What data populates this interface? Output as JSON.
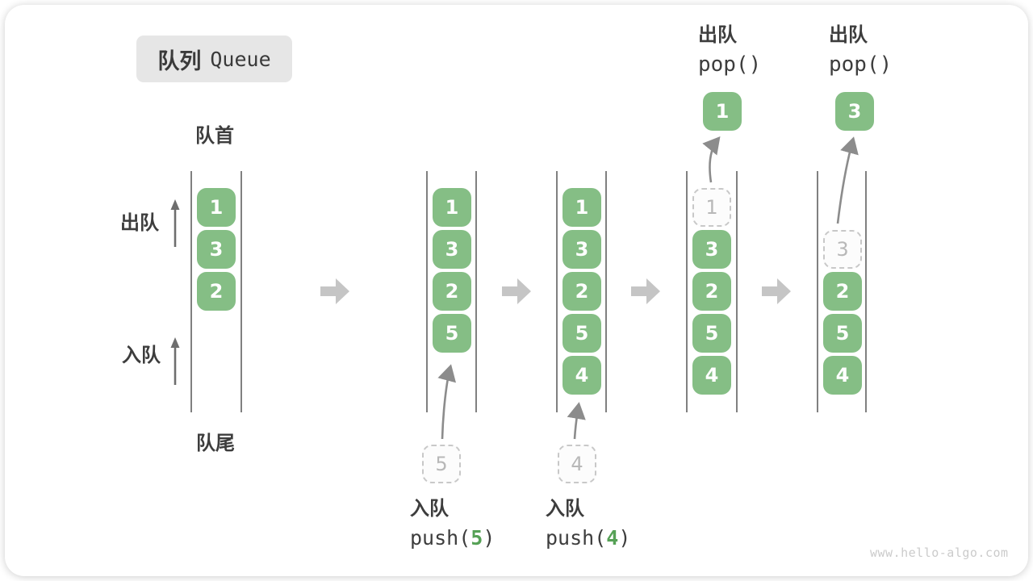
{
  "title": {
    "zh": "队列",
    "en": "Queue"
  },
  "labels": {
    "front": "队首",
    "rear": "队尾",
    "dequeue": "出队",
    "enqueue": "入队"
  },
  "queues": [
    {
      "cells": [
        "1",
        "3",
        "2"
      ]
    },
    {
      "cells": [
        "1",
        "3",
        "2",
        "5"
      ]
    },
    {
      "cells": [
        "1",
        "3",
        "2",
        "5",
        "4"
      ]
    },
    {
      "ghost": "1",
      "cells": [
        "3",
        "2",
        "5",
        "4"
      ]
    },
    {
      "ghost": "3",
      "cells": [
        "2",
        "5",
        "4"
      ]
    }
  ],
  "pop_ops": [
    {
      "label": "出队",
      "code": "pop()",
      "value": "1"
    },
    {
      "label": "出队",
      "code": "pop()",
      "value": "3"
    }
  ],
  "push_ops": [
    {
      "label": "入队",
      "code_pre": "push(",
      "arg": "5",
      "code_post": ")",
      "value": "5"
    },
    {
      "label": "入队",
      "code_pre": "push(",
      "arg": "4",
      "code_post": ")",
      "value": "4"
    }
  ],
  "watermark": "www.hello-algo.com",
  "colors": {
    "box_green": "#85be85",
    "code_green": "#56a156",
    "arrow_gray": "#8c8c8c",
    "block_arrow_gray": "#c5c5c5",
    "line_dark": "#565656",
    "badge_bg": "#e6e6e6"
  }
}
